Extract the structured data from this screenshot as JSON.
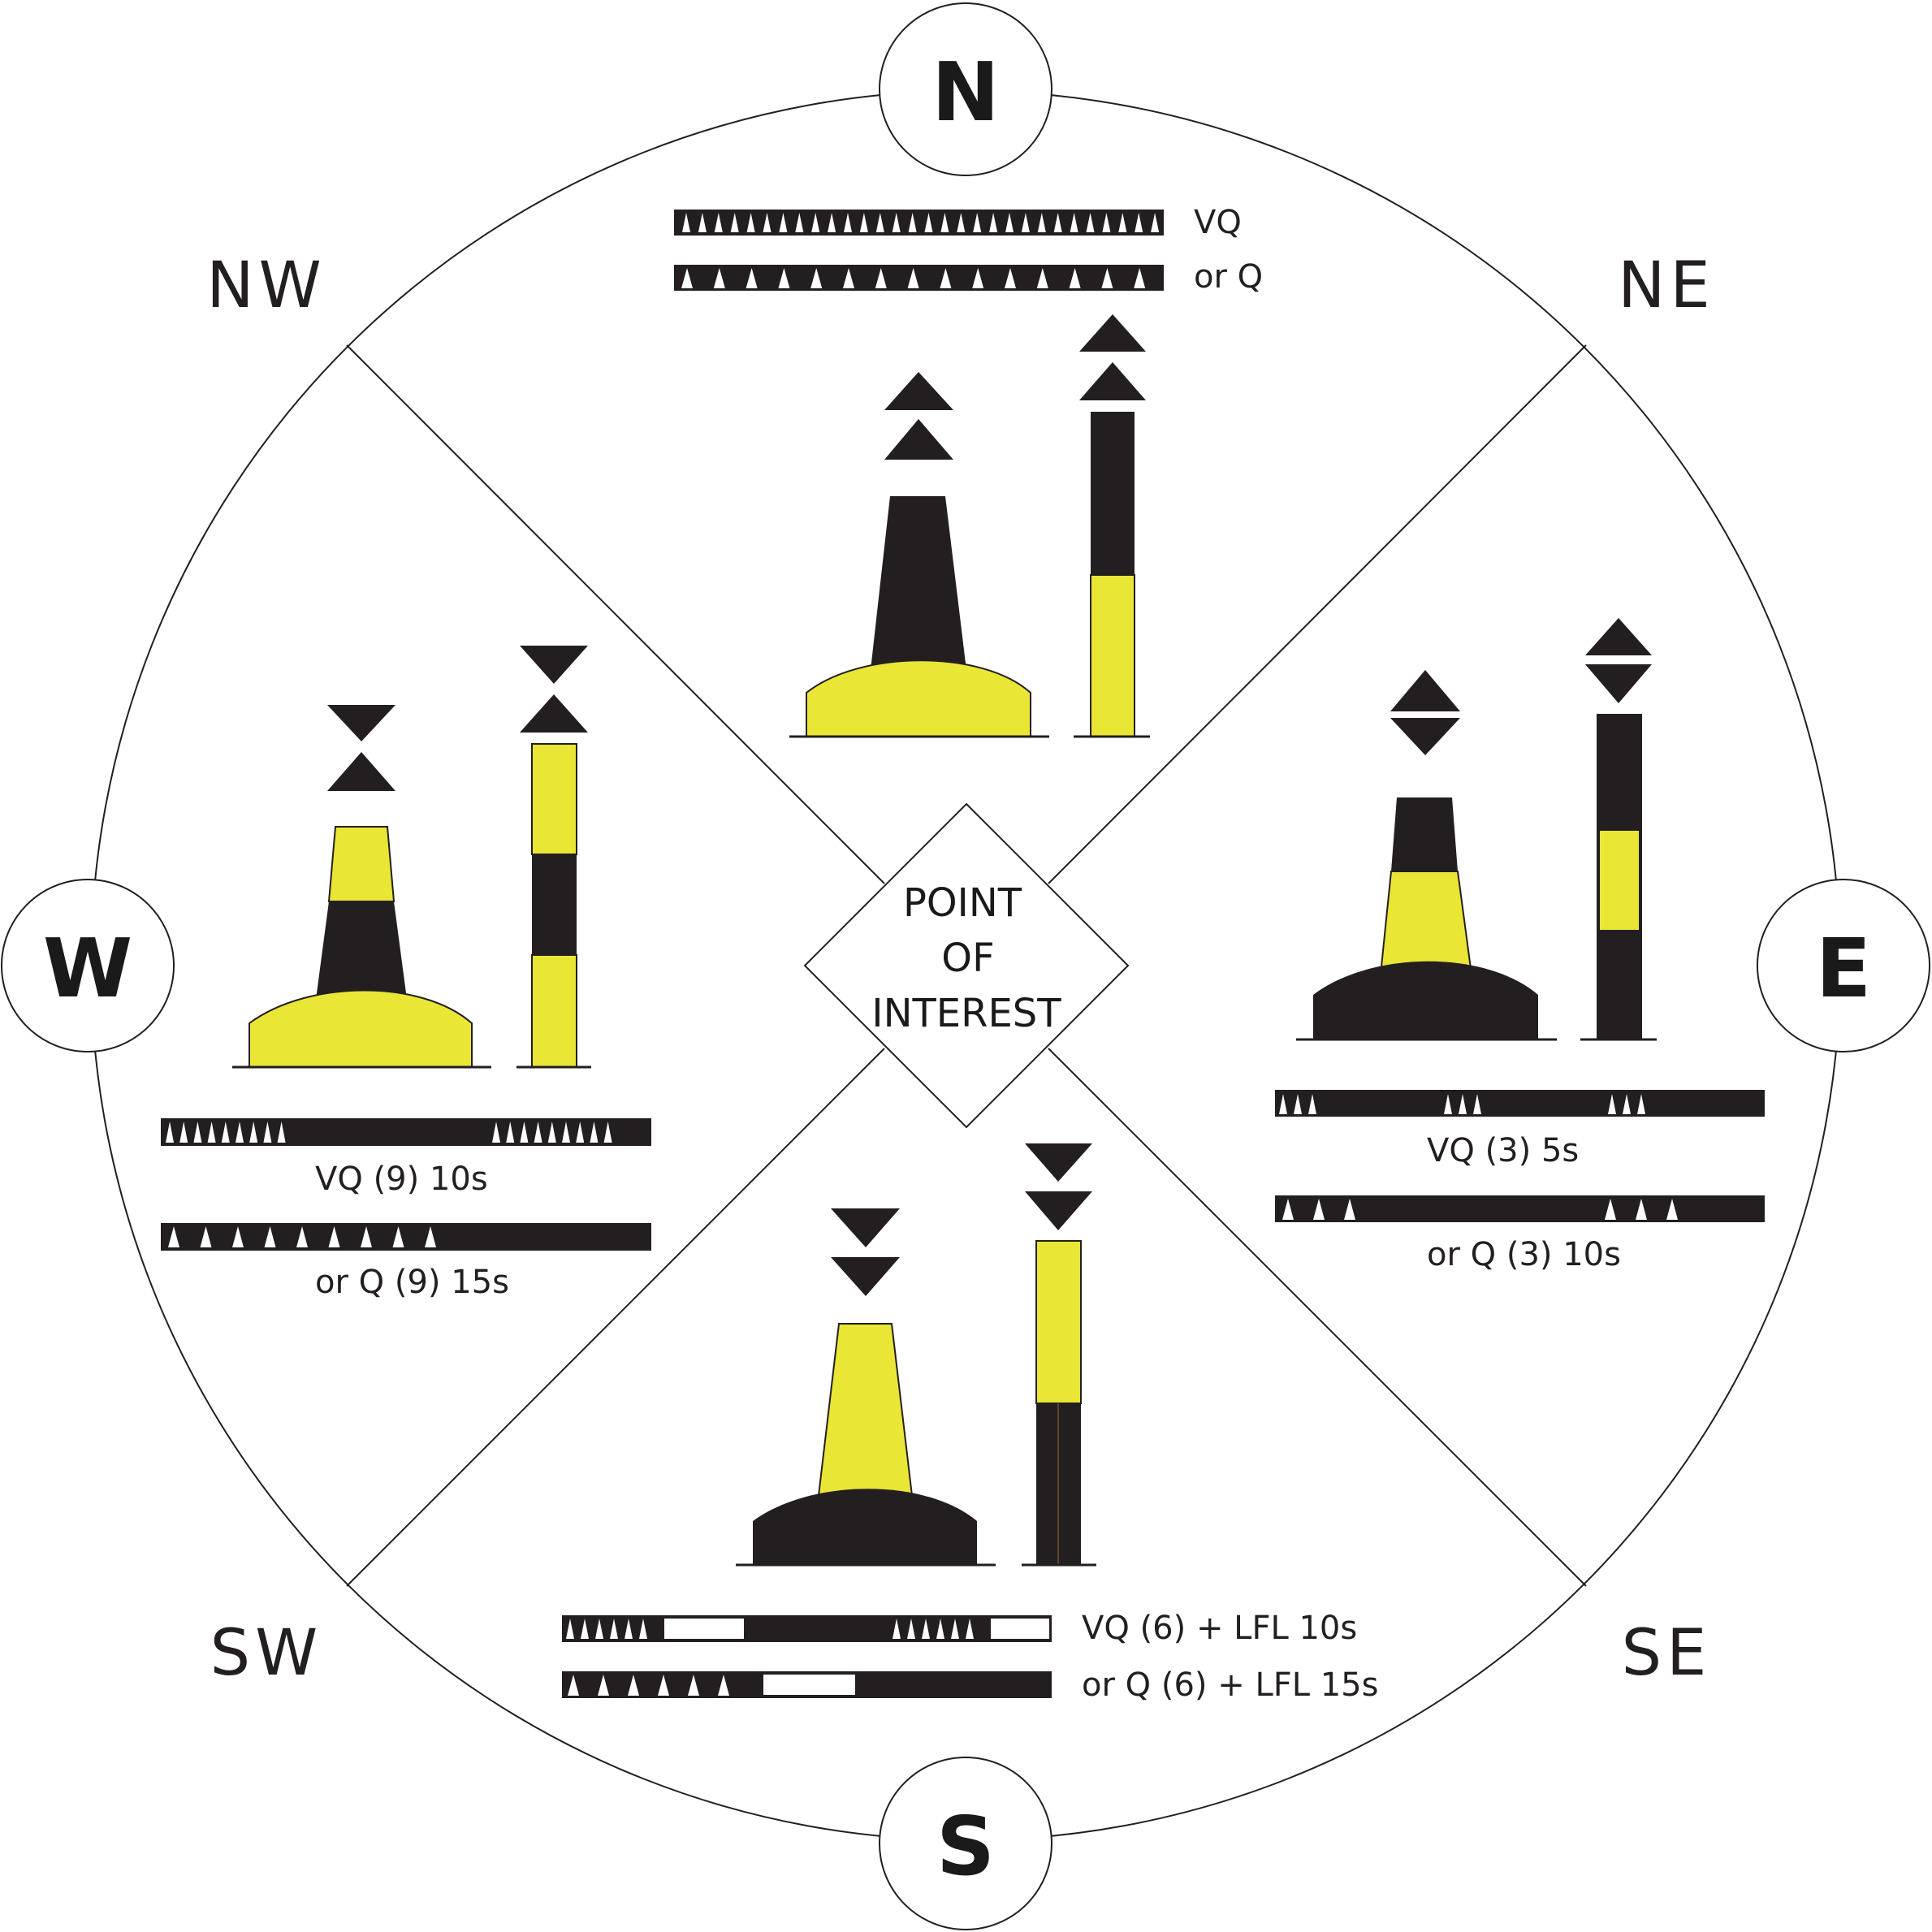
{
  "colors": {
    "black": "#231f20",
    "yellow": "#e9e636",
    "white": "#ffffff",
    "stroke": "#231f20"
  },
  "compass": {
    "north": "N",
    "south": "S",
    "east": "E",
    "west": "W"
  },
  "intercardinal": {
    "nw": "NW",
    "ne": "NE",
    "sw": "SW",
    "se": "SE"
  },
  "center": {
    "line1": "POINT",
    "line2": "OF",
    "line3": "INTEREST"
  },
  "lights": {
    "north": {
      "vq": "VQ",
      "q": "or  Q"
    },
    "east": {
      "vq": "VQ (3) 5s",
      "q": "or Q (3) 10s"
    },
    "south": {
      "vq": "VQ (6) + LFL 10s",
      "q": "or  Q (6) + LFL 15s"
    },
    "west": {
      "vq": "VQ (9) 10s",
      "q": "or Q (9) 15s"
    }
  }
}
